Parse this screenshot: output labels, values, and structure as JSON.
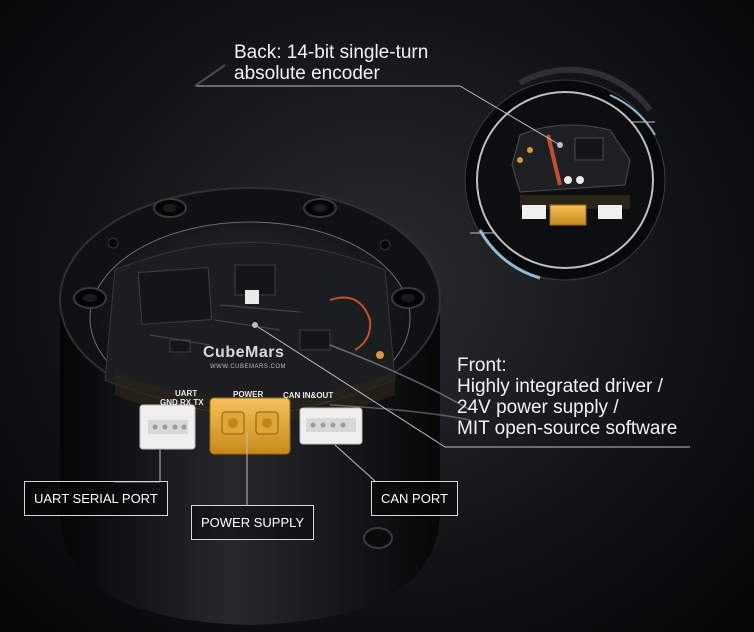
{
  "callouts": {
    "back_line1": "Back: 14-bit single-turn",
    "back_line2": "absolute encoder",
    "front_line1": "Front:",
    "front_line2": "Highly integrated driver /",
    "front_line3": "24V power supply /",
    "front_line4": "MIT open-source software"
  },
  "labels": {
    "uart": "UART SERIAL PORT",
    "power": "POWER SUPPLY",
    "can": "CAN PORT"
  },
  "board": {
    "brand": "CubeMars",
    "website": "WWW.CUBEMARS.COM",
    "power_silk": "POWER",
    "uart_silk": "UART",
    "uart_pins": "GND RX TX",
    "can_silk": "CAN IN&OUT"
  },
  "colors": {
    "background": "#0d0e10",
    "pcb": "#1c1d20",
    "connector": "#e3a733",
    "header": "#efefef",
    "callout_line": "#bfbfbf",
    "accent_ring": "#8fb9d6"
  }
}
